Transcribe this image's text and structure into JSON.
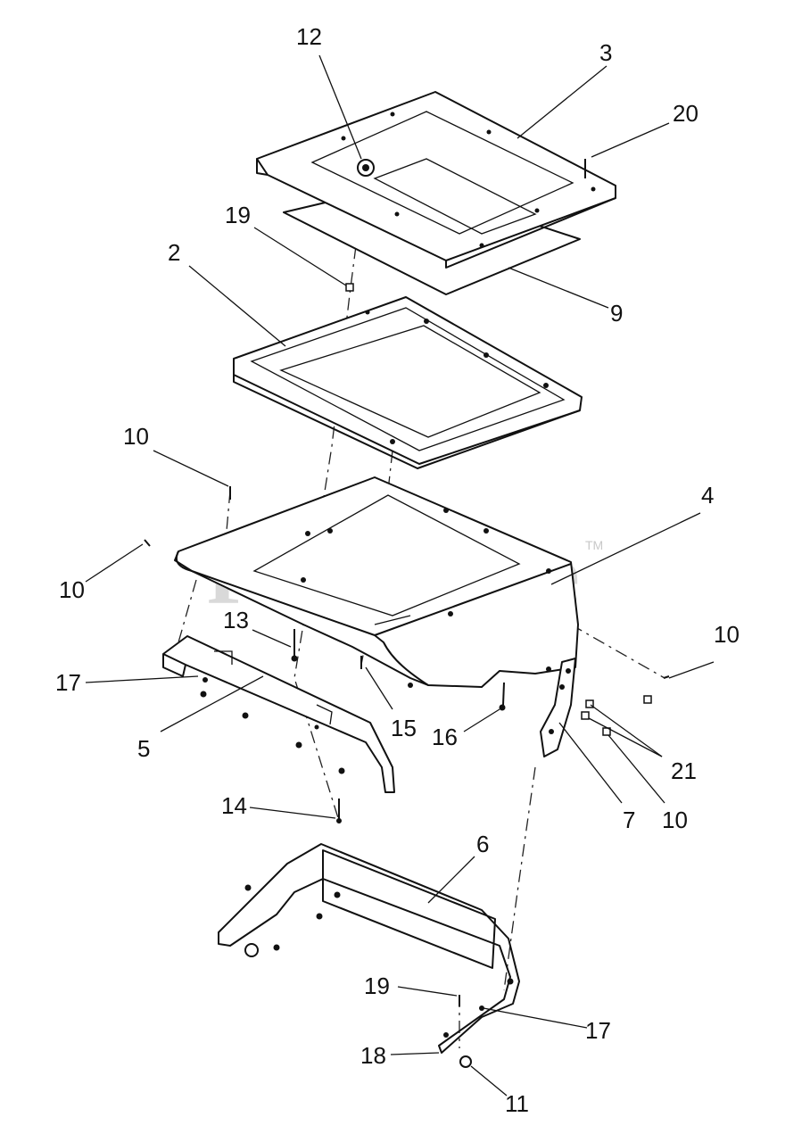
{
  "watermark": {
    "text": "PartsTree",
    "trademark": "TM"
  },
  "callouts": [
    {
      "id": "c12a",
      "label": "12"
    },
    {
      "id": "c3",
      "label": "3"
    },
    {
      "id": "c20",
      "label": "20"
    },
    {
      "id": "c19a",
      "label": "19"
    },
    {
      "id": "c2",
      "label": "2"
    },
    {
      "id": "c9",
      "label": "9"
    },
    {
      "id": "c10a",
      "label": "10"
    },
    {
      "id": "c4",
      "label": "4"
    },
    {
      "id": "c10b",
      "label": "10"
    },
    {
      "id": "c10c",
      "label": "10"
    },
    {
      "id": "c13",
      "label": "13"
    },
    {
      "id": "c17a",
      "label": "17"
    },
    {
      "id": "c15",
      "label": "15"
    },
    {
      "id": "c16",
      "label": "16"
    },
    {
      "id": "c21",
      "label": "21"
    },
    {
      "id": "c5",
      "label": "5"
    },
    {
      "id": "c7",
      "label": "7"
    },
    {
      "id": "c10d",
      "label": "10"
    },
    {
      "id": "c14",
      "label": "14"
    },
    {
      "id": "c6",
      "label": "6"
    },
    {
      "id": "c19b",
      "label": "19"
    },
    {
      "id": "c17b",
      "label": "17"
    },
    {
      "id": "c18",
      "label": "18"
    },
    {
      "id": "c11",
      "label": "11"
    }
  ]
}
